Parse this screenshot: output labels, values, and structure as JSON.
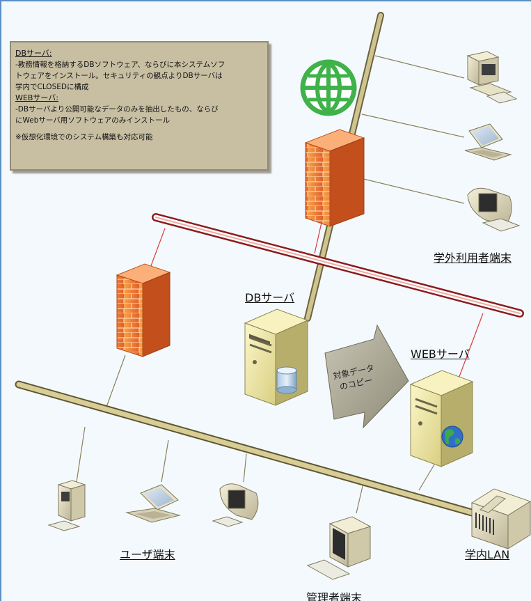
{
  "note": {
    "db_heading": "DBサーバ:",
    "db_lines": [
      "-教務情報を格納するDBソフトウェア、ならびに本システムソフ",
      "トウェアをインストール。セキュリティの観点よりDBサーバは",
      "学内でCLOSEDに構成"
    ],
    "web_heading": "WEBサーバ:",
    "web_lines": [
      "-DBサーバより公開可能なデータのみを抽出したもの、ならび",
      "にWebサーバ用ソフトウェアのみインストール"
    ],
    "footnote": "※仮想化環境でのシステム構築も対応可能"
  },
  "labels": {
    "db_server": "DBサーバ",
    "web_server": "WEBサーバ",
    "external_terminals": "学外利用者端末",
    "user_terminals": "ユーザ端末",
    "admin_terminal": "管理者端末",
    "campus_lan": "学内LAN"
  },
  "arrow": {
    "line1": "対象データ",
    "line2": "のコピー"
  },
  "colors": {
    "internet_backbone": "#c9bf8c",
    "dmz_backbone": "#d92b2b",
    "lan_backbone": "#c9bf8c",
    "globe": "#3fb24a",
    "firewall": "#f07c32",
    "server": "#efe6a6"
  }
}
